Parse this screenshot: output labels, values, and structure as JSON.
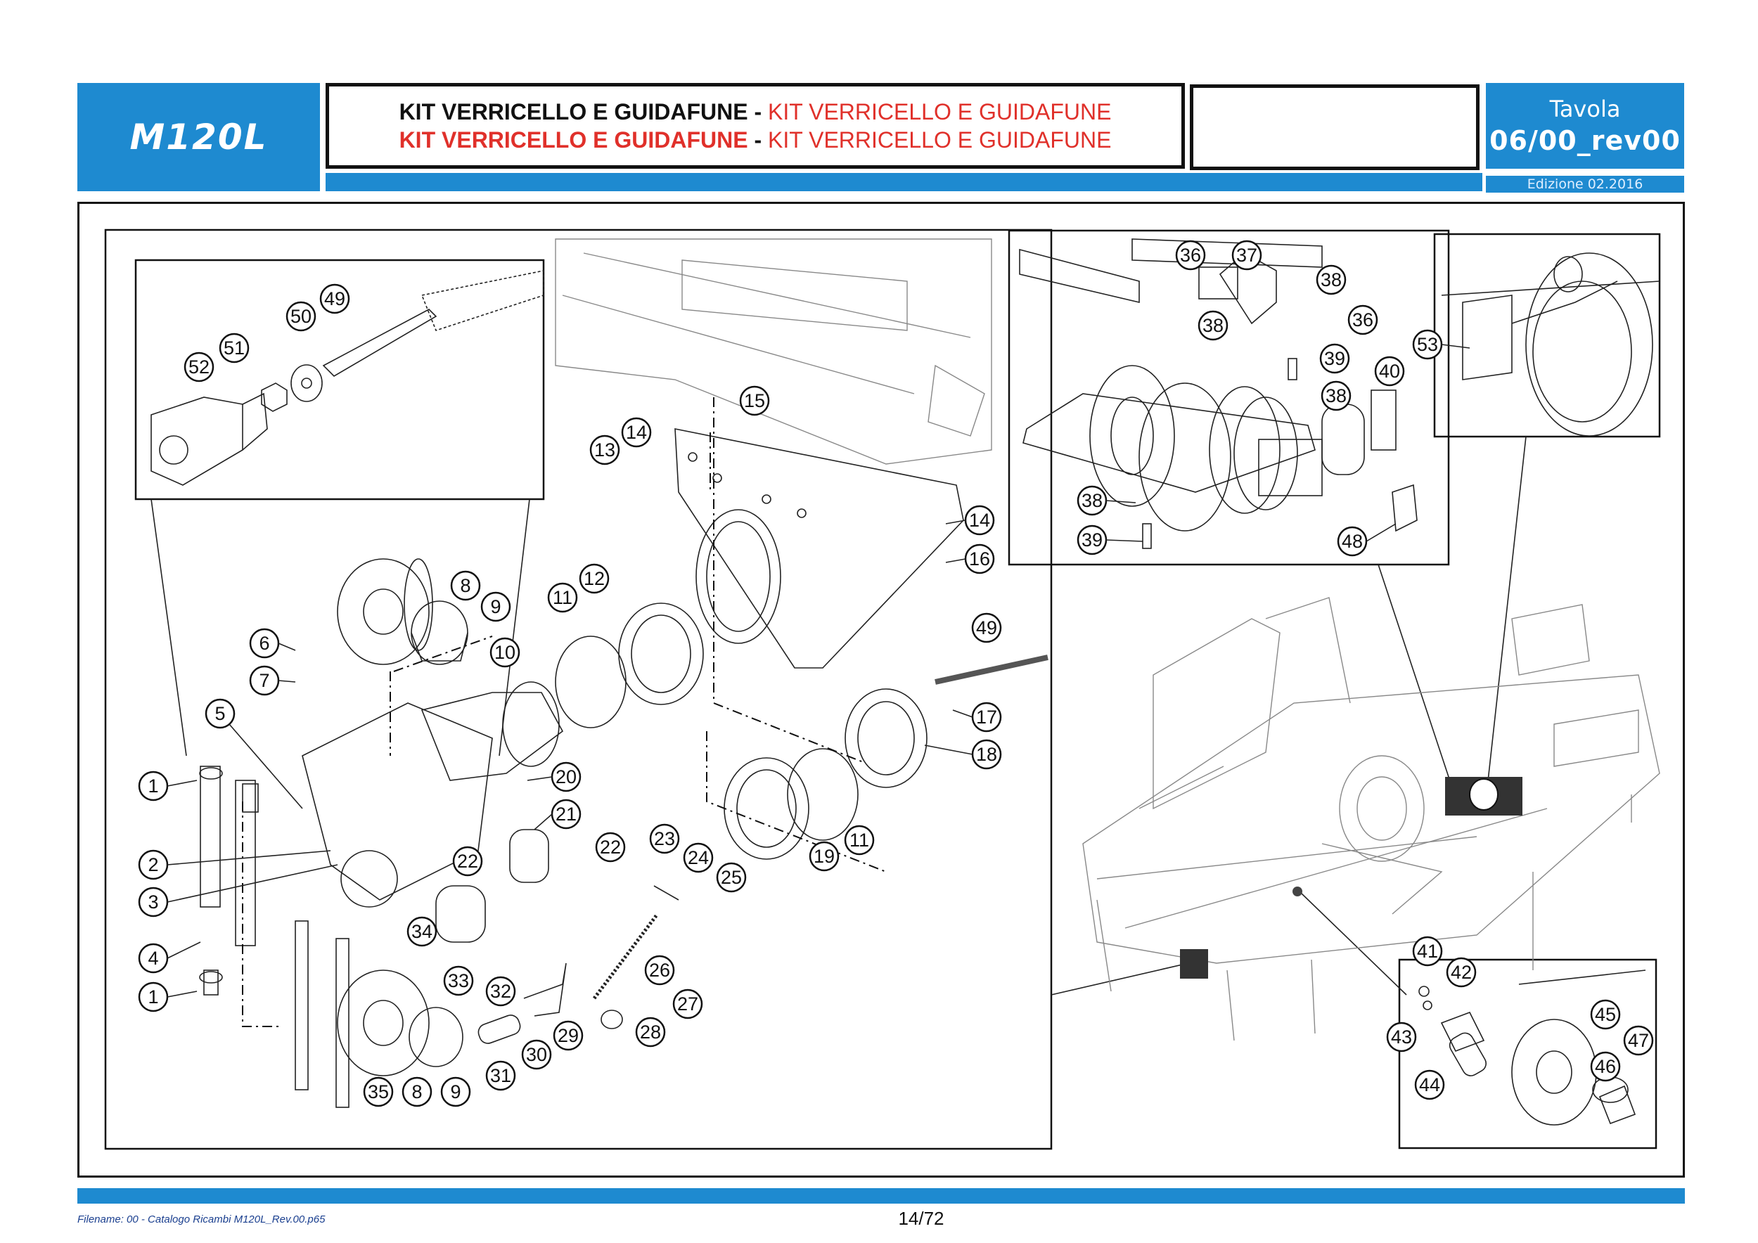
{
  "header": {
    "model": "M120L",
    "title_line1_part1": "KIT VERRICELLO E GUIDAFUNE",
    "title_line1_sep": " - ",
    "title_line1_part2": "KIT VERRICELLO E GUIDAFUNE",
    "title_line2_part1": "KIT VERRICELLO E GUIDAFUNE",
    "title_line2_sep": " - ",
    "title_line2_part2": "KIT VERRICELLO E GUIDAFUNE",
    "tavola_label": "Tavola",
    "tavola_code": "06/00_rev00",
    "edition": "Edizione 02.2016"
  },
  "footer": {
    "filename": "Filename: 00 - Catalogo Ricambi M120L_Rev.00.p65",
    "page": "14/72"
  },
  "colors": {
    "accent_blue": "#1e8ad0",
    "title_red": "#e0302a",
    "ink": "#111111"
  },
  "callouts": [
    "1",
    "1",
    "2",
    "3",
    "4",
    "5",
    "6",
    "7",
    "8",
    "8",
    "9",
    "9",
    "10",
    "11",
    "11",
    "12",
    "13",
    "14",
    "14",
    "15",
    "16",
    "17",
    "18",
    "19",
    "20",
    "21",
    "22",
    "22",
    "23",
    "24",
    "25",
    "26",
    "27",
    "28",
    "29",
    "30",
    "31",
    "32",
    "33",
    "34",
    "35",
    "36",
    "36",
    "37",
    "38",
    "38",
    "38",
    "38",
    "39",
    "39",
    "40",
    "41",
    "42",
    "43",
    "44",
    "45",
    "46",
    "47",
    "48",
    "49",
    "49",
    "50",
    "51",
    "52",
    "53"
  ]
}
